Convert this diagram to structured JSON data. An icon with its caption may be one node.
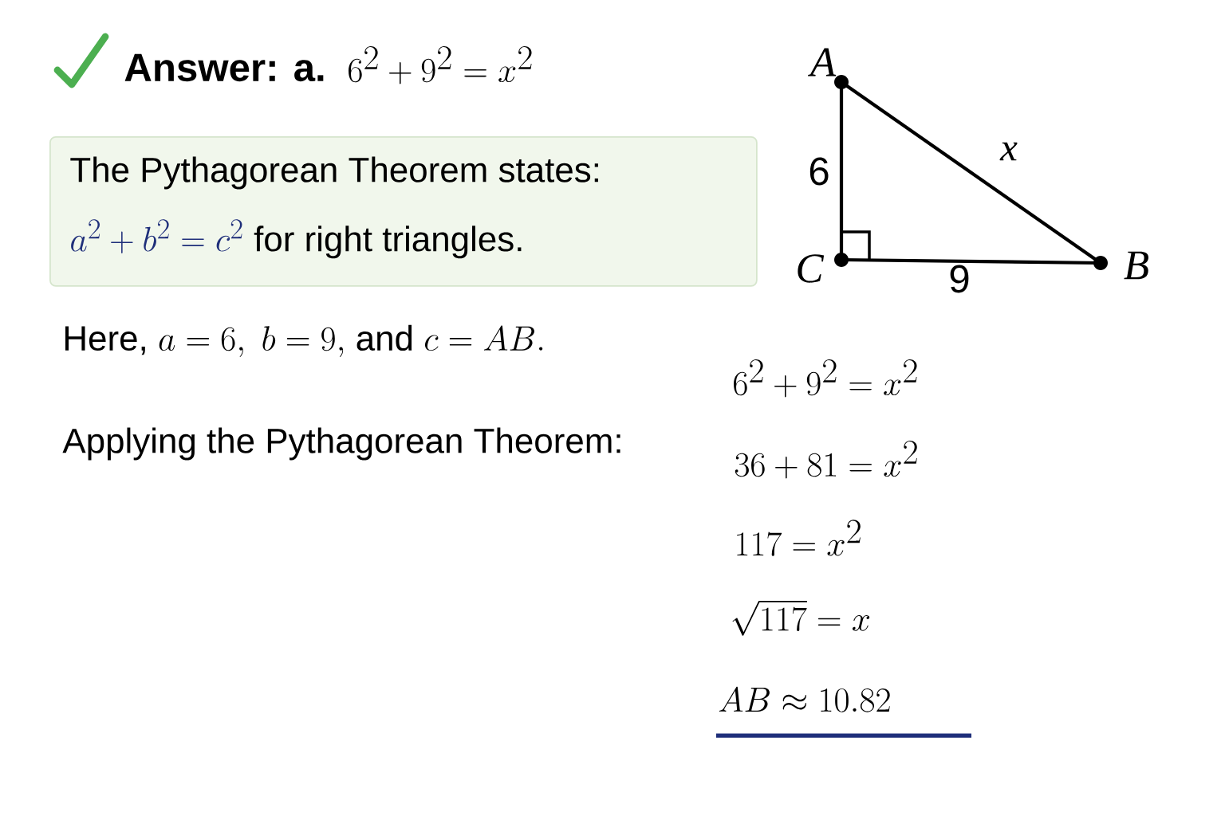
{
  "diagram": {
    "title": "Answer: a.",
    "nodes": [
      {
        "text": [
          "The Pythagorean Theorem states:",
          "a^{2}+b^{2}=c^{2}",
          "for right triangles."
        ]
      },
      {
        "text": [
          "A"
        ]
      },
      {
        "text": [
          "C"
        ]
      },
      {
        "text": [
          "B"
        ]
      }
    ],
    "edges": [
      {
        "from": 1,
        "to": 2,
        "arrow": "none",
        "label": "6"
      },
      {
        "from": 2,
        "to": 3,
        "arrow": "none",
        "label": "9"
      },
      {
        "from": 1,
        "to": 3,
        "arrow": "none",
        "label": "x"
      }
    ],
    "labels": [
      "6^{2}+9^{2}=x^{2}",
      "Here,",
      "a=6,\\; b=9,",
      "and",
      "c=AB.",
      "Applying the Pythagorean Theorem:",
      "6^{2}+9^{2}=x^{2}",
      "36+81=x^{2}",
      "117=x^{2}",
      "\\sqrt{117}=x",
      "AB\\approx 10.82"
    ]
  }
}
